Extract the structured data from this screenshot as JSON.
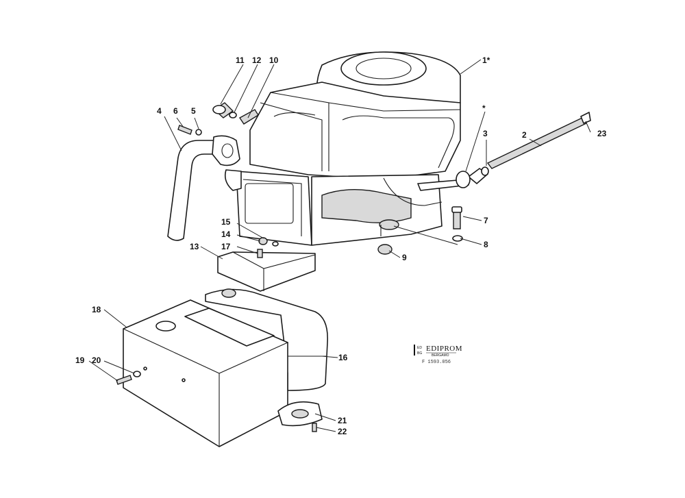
{
  "callouts": {
    "c1": "1*",
    "c2": "2",
    "c3": "3",
    "c4": "4",
    "c5": "5",
    "c6": "6",
    "c7": "7",
    "c8": "8",
    "c9": "9",
    "c10": "10",
    "c11": "11",
    "c12": "12",
    "c13": "13",
    "c14": "14",
    "c15": "15",
    "c16": "16",
    "c17": "17",
    "c18": "18",
    "c19": "19",
    "c20": "20",
    "c21": "21",
    "c22": "22",
    "c23": "23",
    "star": "*"
  },
  "logo": {
    "brand": "EDIPROM",
    "sub": "BERGAMO",
    "code": "F 1593.056",
    "mark_top": "ED",
    "mark_bottom": "BG"
  }
}
